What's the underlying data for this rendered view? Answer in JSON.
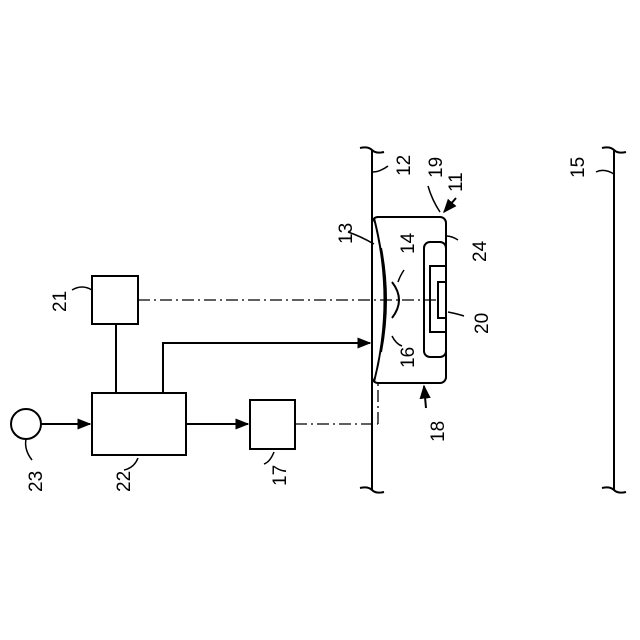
{
  "labels": {
    "l11": "11",
    "l12": "12",
    "l13": "13",
    "l14": "14",
    "l15": "15",
    "l16": "16",
    "l17": "17",
    "l18": "18",
    "l19": "19",
    "l20": "20",
    "l21": "21",
    "l22": "22",
    "l23": "23",
    "l24": "24"
  },
  "colors": {
    "line": "#000000",
    "background": "#ffffff"
  }
}
